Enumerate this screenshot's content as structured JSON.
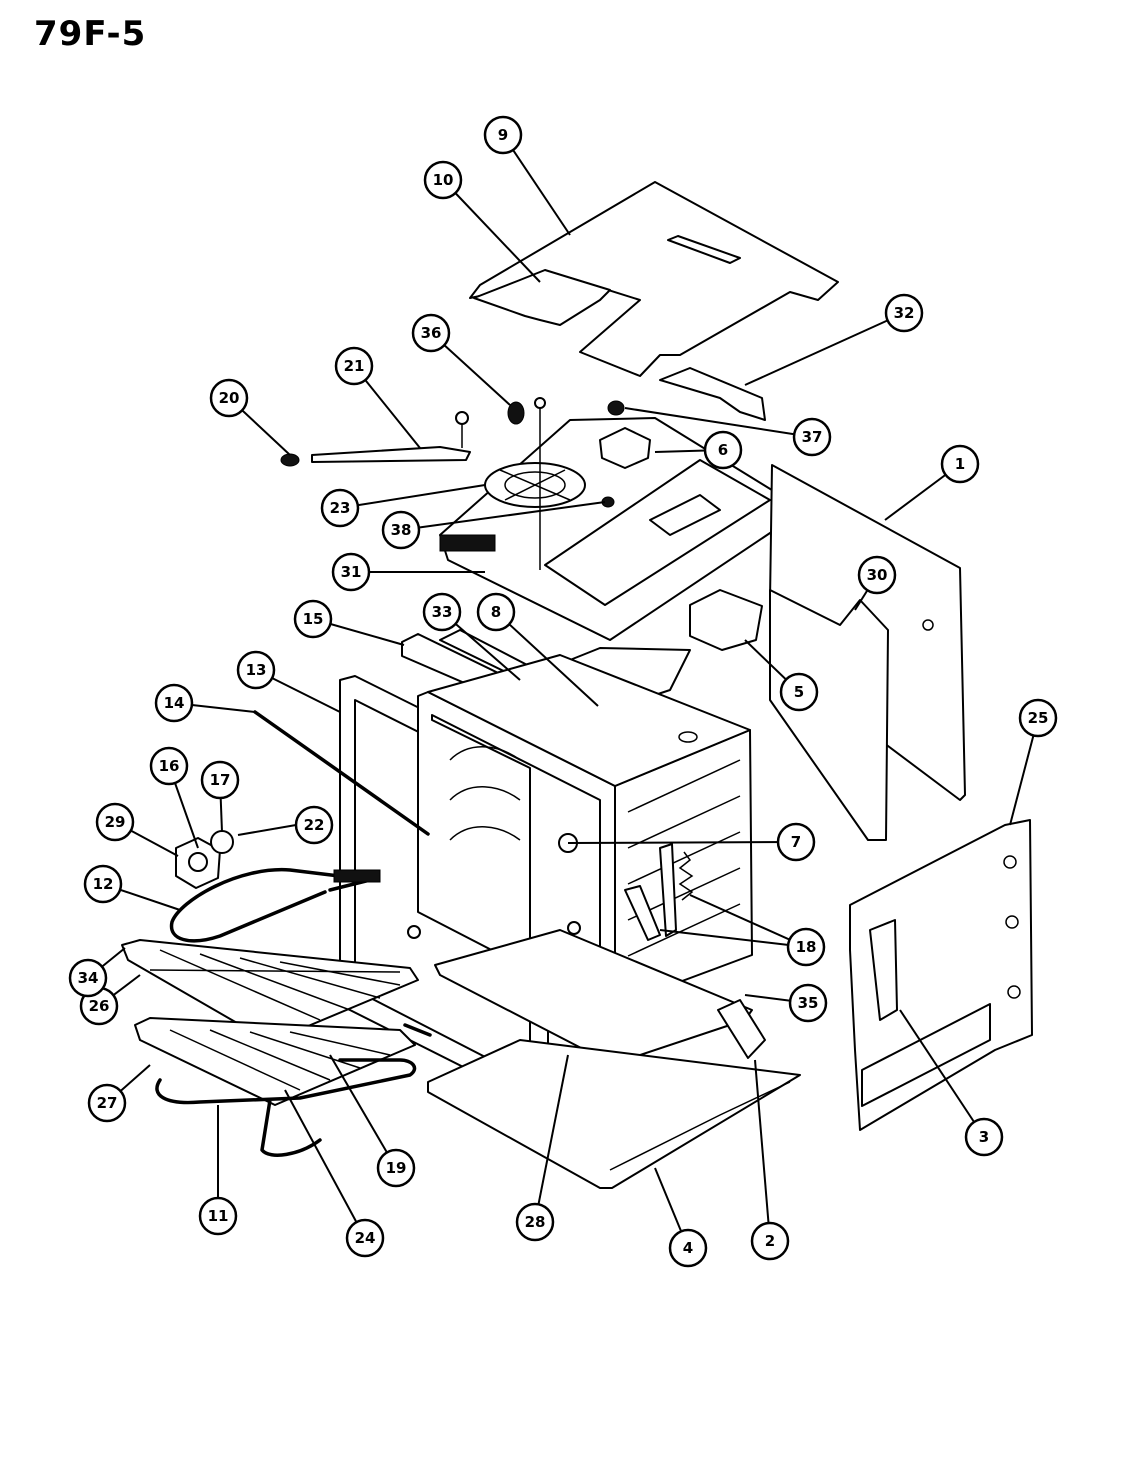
{
  "title": "79F-5",
  "parts": [
    {
      "label": "1"
    },
    {
      "label": "2"
    },
    {
      "label": "3"
    },
    {
      "label": "4"
    },
    {
      "label": "5"
    },
    {
      "label": "6"
    },
    {
      "label": "7"
    },
    {
      "label": "8"
    },
    {
      "label": "9"
    },
    {
      "label": "10"
    },
    {
      "label": "11"
    },
    {
      "label": "12"
    },
    {
      "label": "13"
    },
    {
      "label": "14"
    },
    {
      "label": "15"
    },
    {
      "label": "16"
    },
    {
      "label": "17"
    },
    {
      "label": "18"
    },
    {
      "label": "19"
    },
    {
      "label": "20"
    },
    {
      "label": "21"
    },
    {
      "label": "22"
    },
    {
      "label": "23"
    },
    {
      "label": "24"
    },
    {
      "label": "25"
    },
    {
      "label": "26"
    },
    {
      "label": "27"
    },
    {
      "label": "28"
    },
    {
      "label": "29"
    },
    {
      "label": "30"
    },
    {
      "label": "31"
    },
    {
      "label": "32"
    },
    {
      "label": "33"
    },
    {
      "label": "34"
    },
    {
      "label": "35"
    },
    {
      "label": "36"
    },
    {
      "label": "37"
    },
    {
      "label": "38"
    }
  ]
}
